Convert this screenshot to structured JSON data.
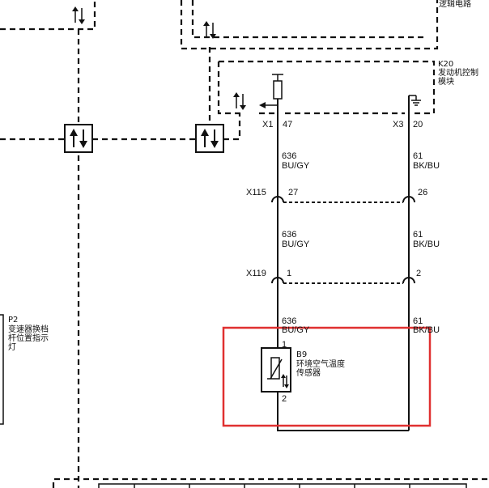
{
  "modules": {
    "k20": {
      "ref": "K20",
      "name_line1": "发动机控制",
      "name_line2": "模块"
    },
    "top_right": {
      "label": "逻辑电路"
    },
    "p2": {
      "ref": "P2",
      "name_line1": "变速器换档",
      "name_line2": "杆位置指示",
      "name_line3": "灯"
    },
    "b9": {
      "ref": "B9",
      "name_line1": "环境空气温度",
      "name_line2": "传感器",
      "pin_top": "1",
      "pin_bottom": "2"
    }
  },
  "connectors": {
    "x1": {
      "ref": "X1",
      "pin": "47"
    },
    "x3": {
      "ref": "X3",
      "pin": "20"
    },
    "x115": {
      "ref": "X115",
      "pin_left": "27",
      "pin_right": "26"
    },
    "x119": {
      "ref": "X119",
      "pin_left": "1",
      "pin_right": "2"
    }
  },
  "wires": {
    "left": [
      {
        "circuit": "636",
        "color": "BU/GY"
      },
      {
        "circuit": "636",
        "color": "BU/GY"
      },
      {
        "circuit": "636",
        "color": "BU/GY"
      }
    ],
    "right": [
      {
        "circuit": "61",
        "color": "BK/BU"
      },
      {
        "circuit": "61",
        "color": "BK/BU"
      },
      {
        "circuit": "61",
        "color": "BK/BU"
      }
    ]
  },
  "highlight_color": "#e03030"
}
